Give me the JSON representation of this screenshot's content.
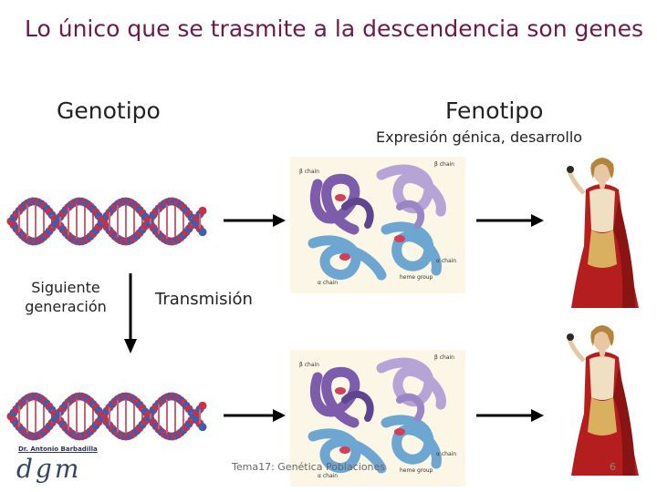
{
  "title": "Lo único que se trasmite a la descendencia son genes",
  "left_heading": "Genotipo",
  "right_heading": "Fenotipo",
  "right_subheading": "Expresión génica, desarrollo",
  "side_label": "Siguiente generación",
  "transmission_label": "Transmisión",
  "protein_labels": {
    "beta_chain_left": "β chain",
    "beta_chain_right": "β chain",
    "alpha_chain_right": "α chain",
    "alpha_chain_bottom": "α chain",
    "heme_group": "heme group"
  },
  "footer": {
    "author": "Dr. Antonio Barbadilla",
    "logo": "dgm",
    "topic": "Tema17: Genética Poblaciones",
    "page": "6"
  },
  "colors": {
    "title": "#6b1a4a",
    "protein_purple": "#7c5cab",
    "protein_blue": "#6ea6d2",
    "dna_red": "#c8304a",
    "dna_blue": "#3b5fae"
  }
}
